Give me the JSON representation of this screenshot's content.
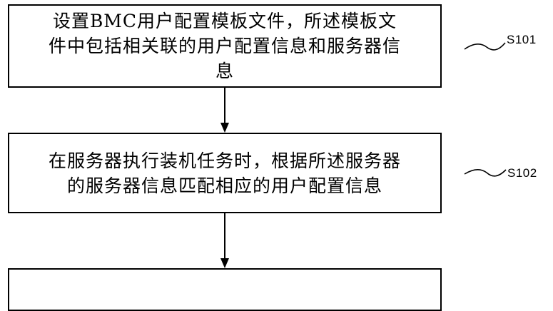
{
  "steps": [
    {
      "id": "S101",
      "text": "设置BMC用户配置模板文件，所述模板文\n件中包括相关联的用户配置信息和服务器信\n息"
    },
    {
      "id": "S102",
      "text": "在服务器执行装机任务时，根据所述服务器\n的服务器信息匹配相应的用户配置信息"
    },
    {
      "id": "",
      "text": ""
    }
  ],
  "colors": {
    "stroke": "#000000",
    "background": "#ffffff"
  }
}
